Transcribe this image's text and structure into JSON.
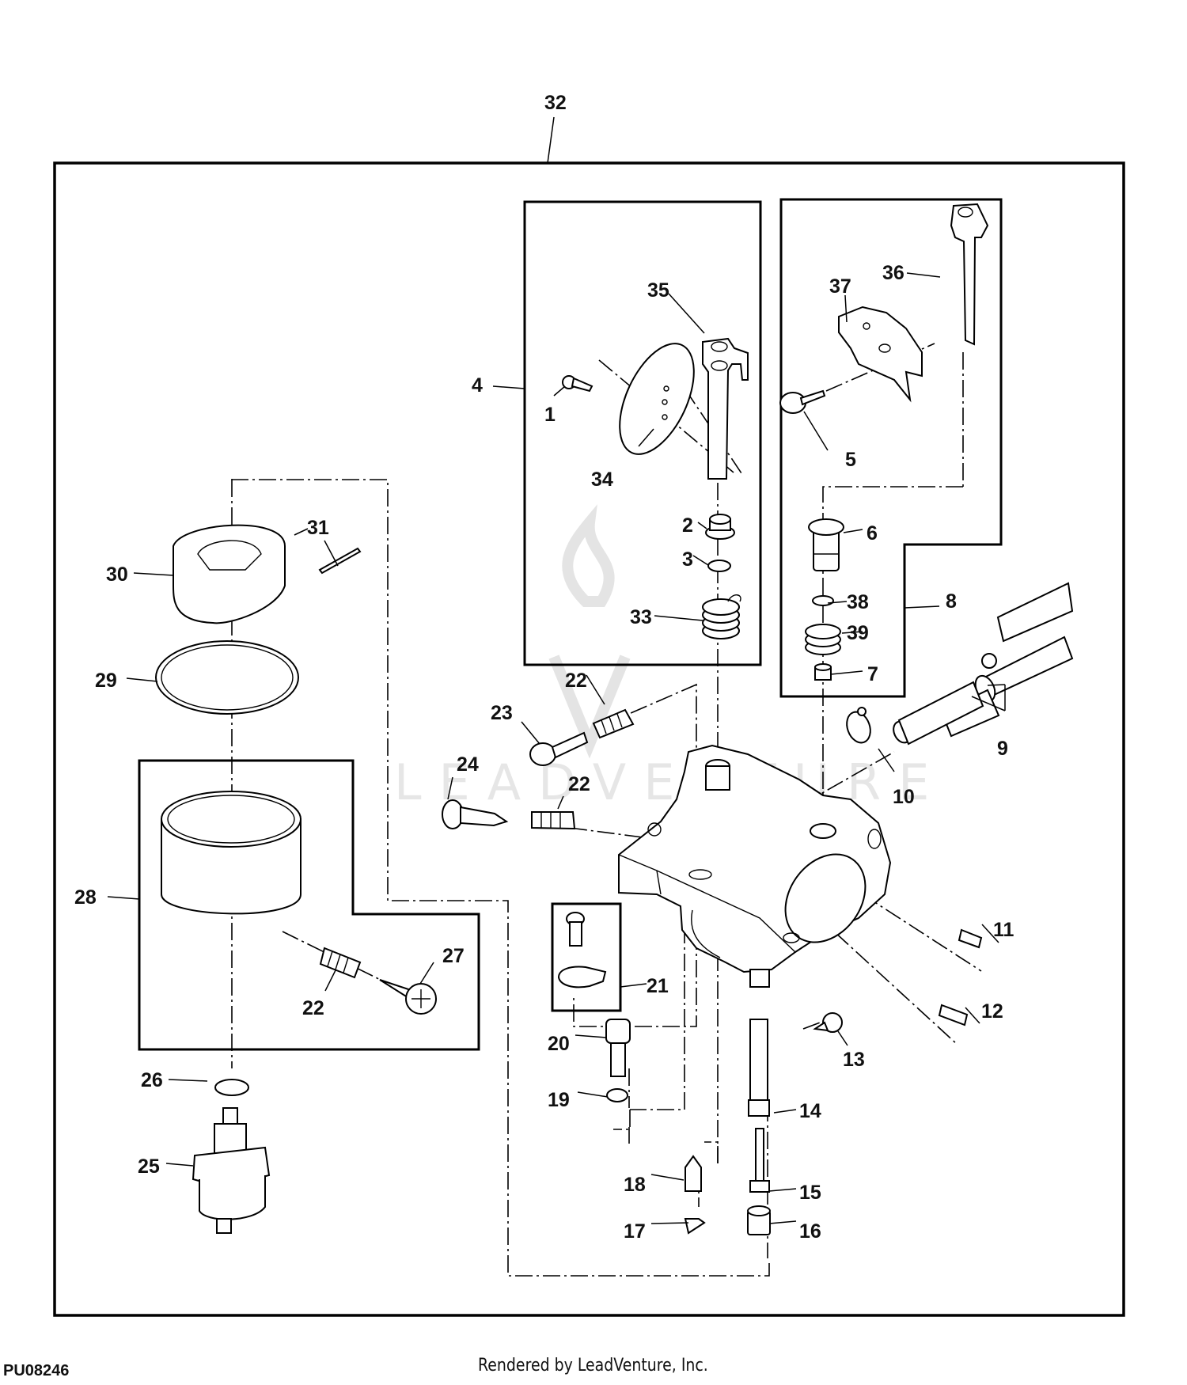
{
  "diagram": {
    "title": "Carburetor exploded parts diagram",
    "figure_id": "PU08246",
    "credit": "Rendered by LeadVenture, Inc.",
    "watermark": "LEADVENTURE",
    "callouts": [
      {
        "id": "c1",
        "text": "1"
      },
      {
        "id": "c2",
        "text": "2"
      },
      {
        "id": "c3",
        "text": "3"
      },
      {
        "id": "c4",
        "text": "4"
      },
      {
        "id": "c5",
        "text": "5"
      },
      {
        "id": "c6",
        "text": "6"
      },
      {
        "id": "c7",
        "text": "7"
      },
      {
        "id": "c8",
        "text": "8"
      },
      {
        "id": "c9",
        "text": "9"
      },
      {
        "id": "c10",
        "text": "10"
      },
      {
        "id": "c11",
        "text": "11"
      },
      {
        "id": "c12",
        "text": "12"
      },
      {
        "id": "c13",
        "text": "13"
      },
      {
        "id": "c14",
        "text": "14"
      },
      {
        "id": "c15",
        "text": "15"
      },
      {
        "id": "c16",
        "text": "16"
      },
      {
        "id": "c17",
        "text": "17"
      },
      {
        "id": "c18",
        "text": "18"
      },
      {
        "id": "c19",
        "text": "19"
      },
      {
        "id": "c20",
        "text": "20"
      },
      {
        "id": "c21",
        "text": "21"
      },
      {
        "id": "c22a",
        "text": "22"
      },
      {
        "id": "c22b",
        "text": "22"
      },
      {
        "id": "c22c",
        "text": "22"
      },
      {
        "id": "c23",
        "text": "23"
      },
      {
        "id": "c24",
        "text": "24"
      },
      {
        "id": "c25",
        "text": "25"
      },
      {
        "id": "c26",
        "text": "26"
      },
      {
        "id": "c27",
        "text": "27"
      },
      {
        "id": "c28",
        "text": "28"
      },
      {
        "id": "c29",
        "text": "29"
      },
      {
        "id": "c30",
        "text": "30"
      },
      {
        "id": "c31",
        "text": "31"
      },
      {
        "id": "c32",
        "text": "32"
      },
      {
        "id": "c33",
        "text": "33"
      },
      {
        "id": "c34",
        "text": "34"
      },
      {
        "id": "c35",
        "text": "35"
      },
      {
        "id": "c36",
        "text": "36"
      },
      {
        "id": "c37",
        "text": "37"
      },
      {
        "id": "c38",
        "text": "38"
      },
      {
        "id": "c39",
        "text": "39"
      }
    ]
  }
}
